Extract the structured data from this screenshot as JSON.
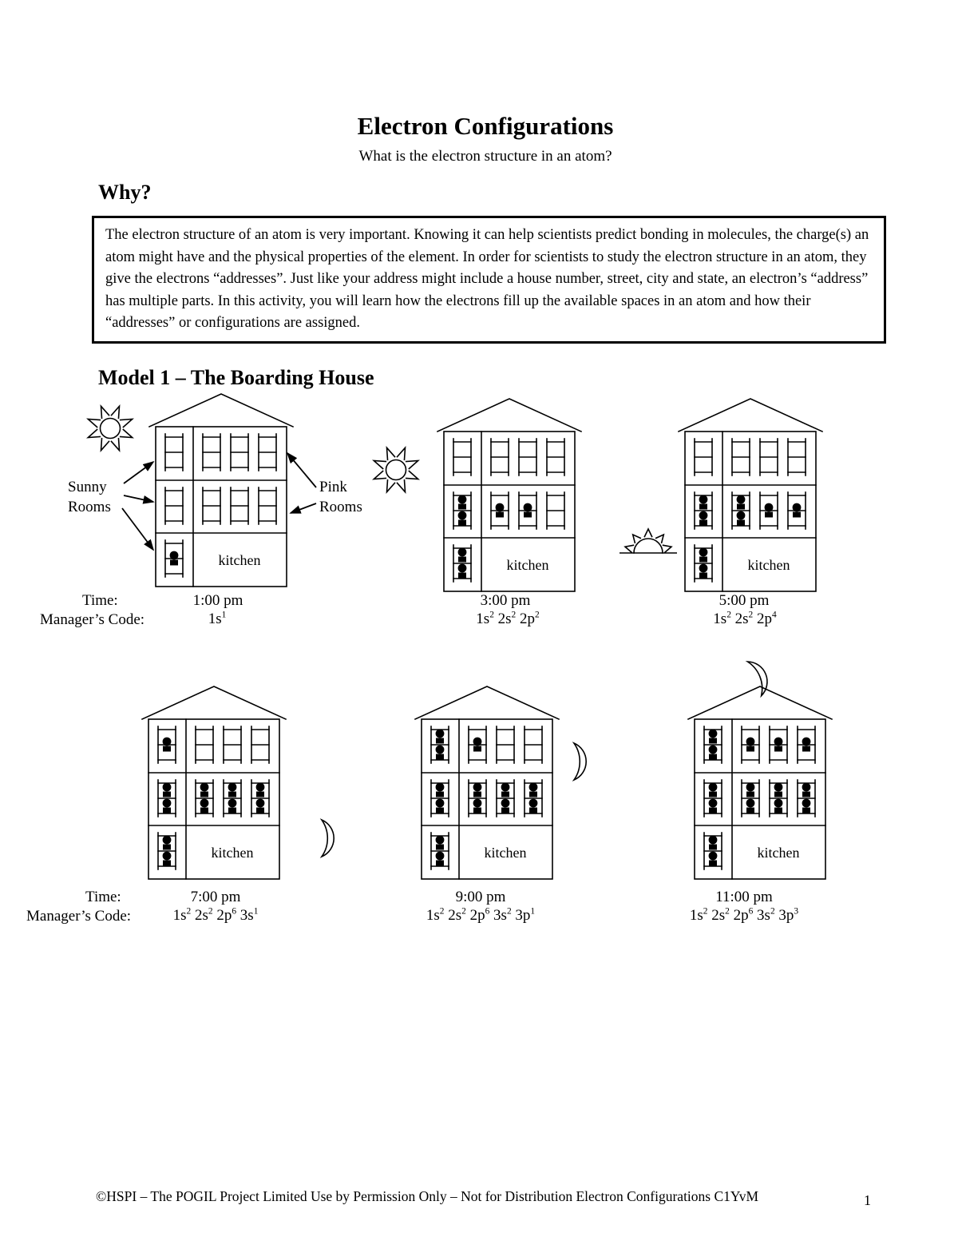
{
  "page": {
    "title": "Electron Configurations",
    "subtitle": "What is the electron structure in an atom?",
    "why_heading": "Why?",
    "why_text": "The electron structure of an atom is very important. Knowing it can help scientists predict bonding in molecules, the charge(s) an atom might have and the physical properties of the element. In order for scientists to study the electron structure in an atom, they give the electrons “addresses”. Just like your address might include a house number, street, city and state, an electron’s “address” has multiple parts. In this activity, you will learn how the electrons fill up the available spaces in an atom and how their “addresses” or configurations are assigned.",
    "model_heading": "Model 1 – The Boarding House",
    "footer": "©HSPI – The POGIL Project  Limited Use by Permission Only – Not for Distribution Electron Configurations C1YvM",
    "page_number": "1"
  },
  "labels": {
    "time": "Time:",
    "managers_code": "Manager’s Code:",
    "sunny_rooms": "Sunny Rooms",
    "pink_rooms": "Pink Rooms",
    "kitchen": "kitchen"
  },
  "houses": [
    {
      "time": "1:00 pm",
      "code": [
        {
          "b": "1s",
          "s": "1"
        }
      ],
      "celestial": "sun",
      "occupancy": {
        "s1": 1,
        "s2": 0,
        "p2": [
          0,
          0,
          0
        ],
        "s3": 0,
        "p3": [
          0,
          0,
          0
        ]
      }
    },
    {
      "time": "3:00 pm",
      "code": [
        {
          "b": "1s",
          "s": "2"
        },
        {
          "b": "2s",
          "s": "2"
        },
        {
          "b": "2p",
          "s": "2"
        }
      ],
      "celestial": "sun",
      "occupancy": {
        "s1": 2,
        "s2": 2,
        "p2": [
          1,
          1,
          0
        ],
        "s3": 0,
        "p3": [
          0,
          0,
          0
        ]
      }
    },
    {
      "time": "5:00 pm",
      "code": [
        {
          "b": "1s",
          "s": "2"
        },
        {
          "b": "2s",
          "s": "2"
        },
        {
          "b": "2p",
          "s": "4"
        }
      ],
      "celestial": "sun-setting",
      "occupancy": {
        "s1": 2,
        "s2": 2,
        "p2": [
          2,
          1,
          1
        ],
        "s3": 0,
        "p3": [
          0,
          0,
          0
        ]
      }
    },
    {
      "time": "7:00 pm",
      "code": [
        {
          "b": "1s",
          "s": "2"
        },
        {
          "b": "2s",
          "s": "2"
        },
        {
          "b": "2p",
          "s": "6"
        },
        {
          "b": "3s",
          "s": "1"
        }
      ],
      "celestial": "moon",
      "occupancy": {
        "s1": 2,
        "s2": 2,
        "p2": [
          2,
          2,
          2
        ],
        "s3": 1,
        "p3": [
          0,
          0,
          0
        ]
      }
    },
    {
      "time": "9:00 pm",
      "code": [
        {
          "b": "1s",
          "s": "2"
        },
        {
          "b": "2s",
          "s": "2"
        },
        {
          "b": "2p",
          "s": "6"
        },
        {
          "b": "3s",
          "s": "2"
        },
        {
          "b": "3p",
          "s": "1"
        }
      ],
      "celestial": "moon",
      "occupancy": {
        "s1": 2,
        "s2": 2,
        "p2": [
          2,
          2,
          2
        ],
        "s3": 2,
        "p3": [
          1,
          0,
          0
        ]
      }
    },
    {
      "time": "11:00 pm",
      "code": [
        {
          "b": "1s",
          "s": "2"
        },
        {
          "b": "2s",
          "s": "2"
        },
        {
          "b": "2p",
          "s": "6"
        },
        {
          "b": "3s",
          "s": "2"
        },
        {
          "b": "3p",
          "s": "3"
        }
      ],
      "celestial": "moon",
      "occupancy": {
        "s1": 2,
        "s2": 2,
        "p2": [
          2,
          2,
          2
        ],
        "s3": 2,
        "p3": [
          1,
          1,
          1
        ]
      }
    }
  ]
}
